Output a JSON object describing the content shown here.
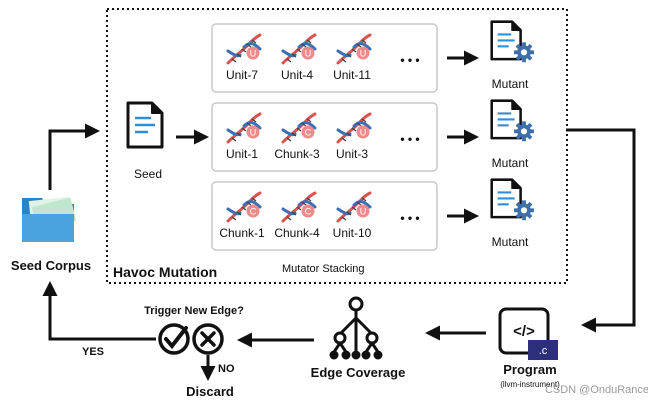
{
  "seed_corpus": {
    "label": "Seed Corpus"
  },
  "havoc": {
    "title": "Havoc Mutation",
    "stacking_label": "Mutator Stacking",
    "seed_label": "Seed",
    "rows": [
      {
        "units": [
          {
            "label": "Unit-7",
            "badge": "U"
          },
          {
            "label": "Unit-4",
            "badge": "U"
          },
          {
            "label": "Unit-11",
            "badge": "U"
          }
        ],
        "ellipsis": "• • •",
        "mutant_label": "Mutant"
      },
      {
        "units": [
          {
            "label": "Unit-1",
            "badge": "U"
          },
          {
            "label": "Chunk-3",
            "badge": "C"
          },
          {
            "label": "Unit-3",
            "badge": "U"
          }
        ],
        "ellipsis": "• • •",
        "mutant_label": "Mutant"
      },
      {
        "units": [
          {
            "label": "Chunk-1",
            "badge": "C"
          },
          {
            "label": "Chunk-4",
            "badge": "C"
          },
          {
            "label": "Unit-10",
            "badge": "U"
          }
        ],
        "ellipsis": "• • •",
        "mutant_label": "Mutant"
      }
    ]
  },
  "program": {
    "label": "Program",
    "sublabel": "(llvm-instrument)",
    "ext": ".c",
    "code_glyph": "</>"
  },
  "edge_coverage": {
    "label": "Edge Coverage"
  },
  "trigger": {
    "question": "Trigger New Edge?",
    "yes": "YES",
    "no": "NO",
    "discard": "Discard"
  },
  "watermark": "CSDN @OnduRance",
  "colors": {
    "dna_red": "#d9534f",
    "dna_blue": "#3b6fb6",
    "badge": "#ef8a8a",
    "gear": "#3e6fa8",
    "folder": "#4aa3df",
    "doc_line": "#2f8fd6",
    "terminal": "#2d2f7a"
  }
}
